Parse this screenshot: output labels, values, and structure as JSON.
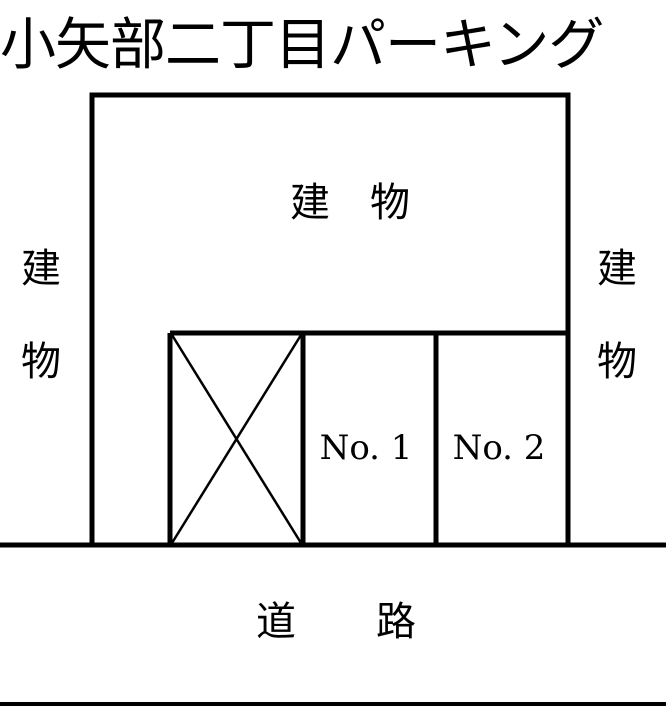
{
  "title": "小矢部二丁目パーキング",
  "labels": {
    "building_top": "建　物",
    "building_left_1": "建",
    "building_left_2": "物",
    "building_right_1": "建",
    "building_right_2": "物",
    "road": "道　　路"
  },
  "spaces": [
    {
      "label": "",
      "unavailable": true
    },
    {
      "label": "No. 1",
      "unavailable": false
    },
    {
      "label": "No. 2",
      "unavailable": false
    }
  ]
}
